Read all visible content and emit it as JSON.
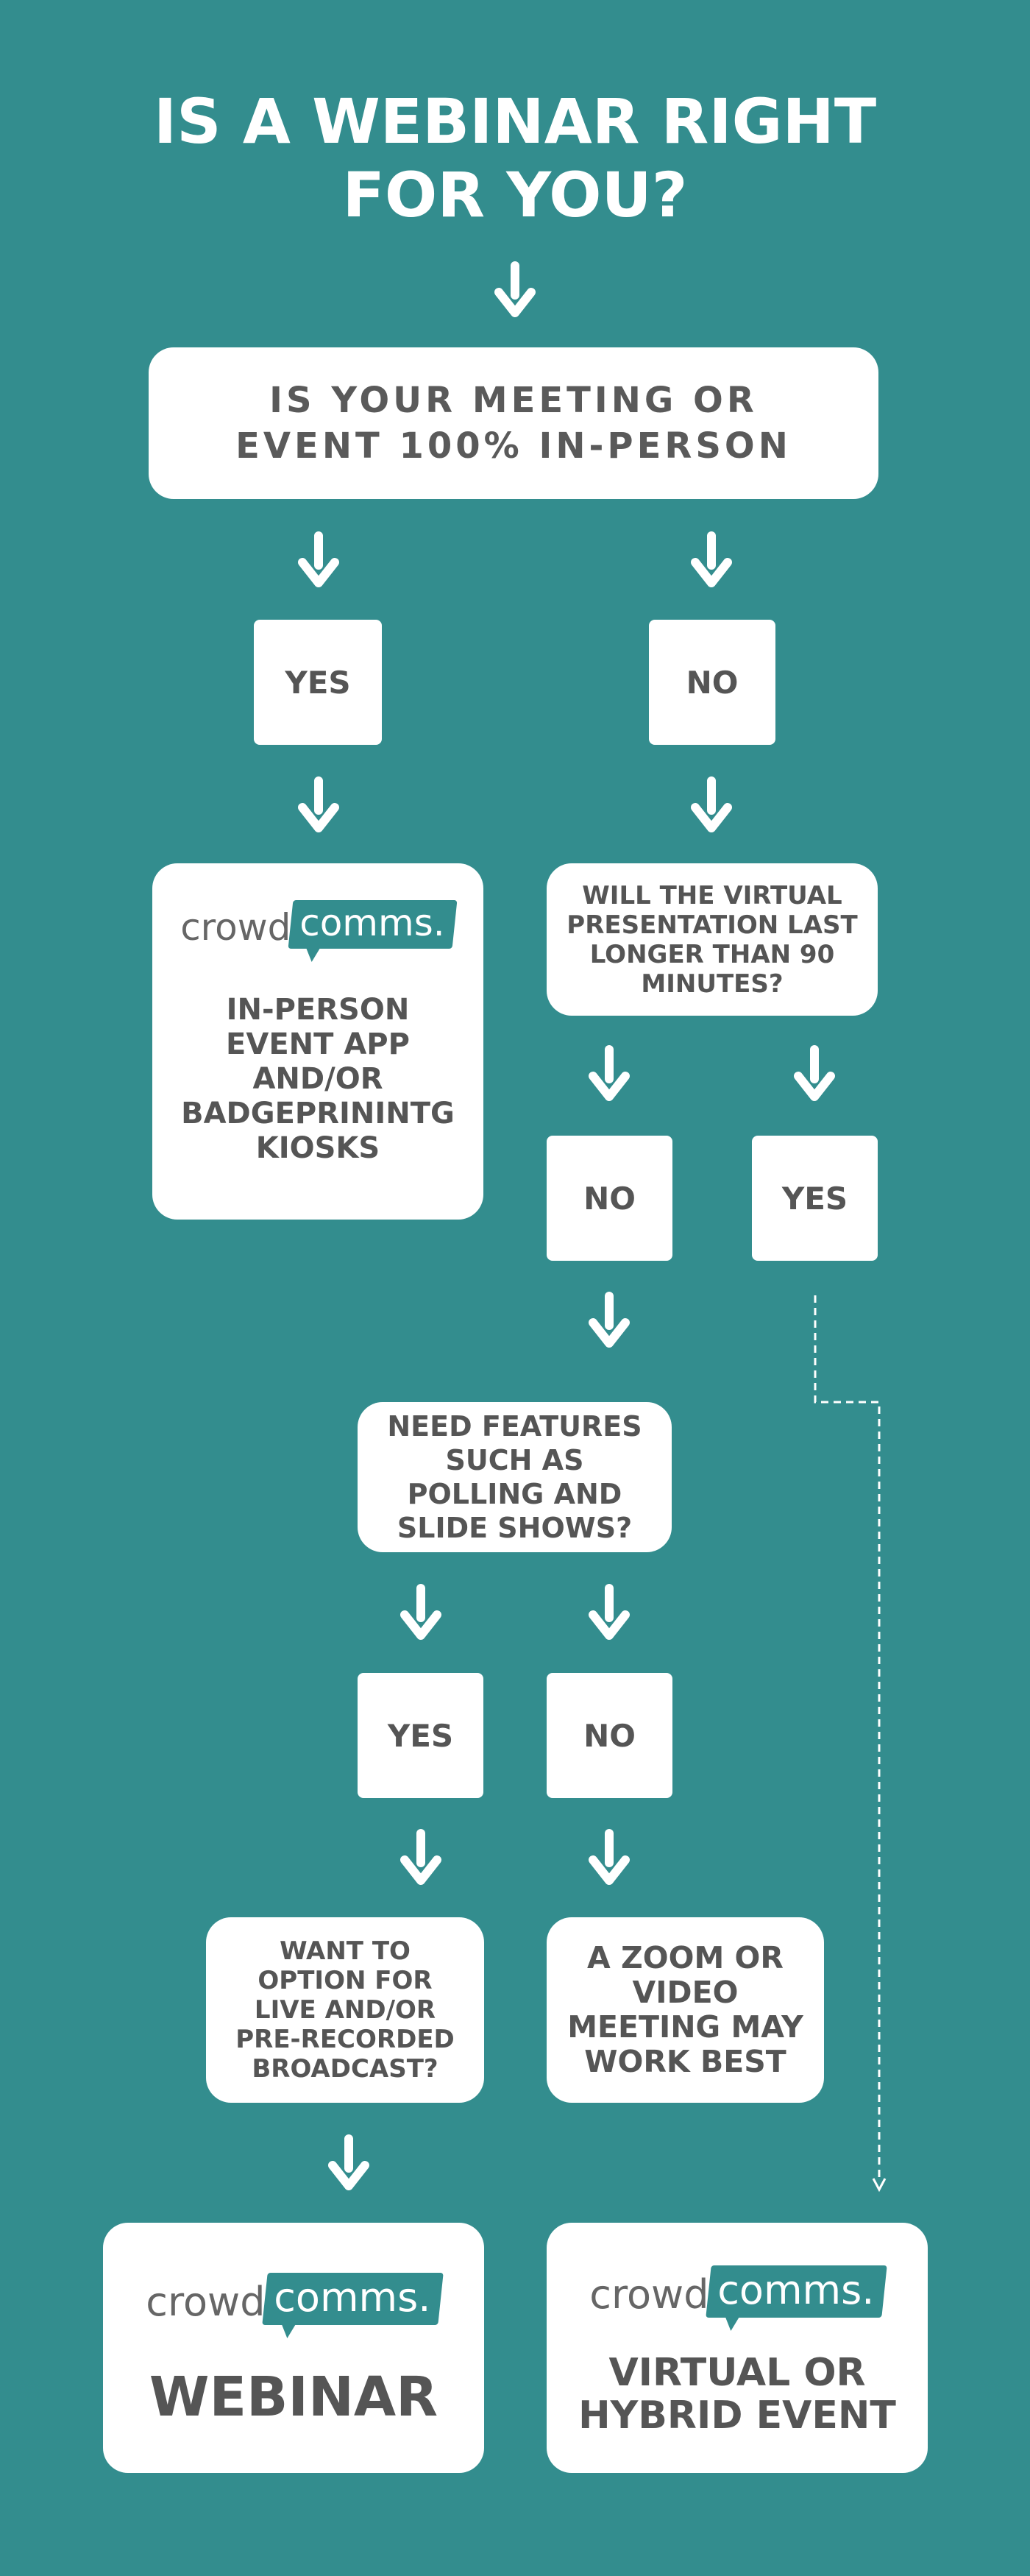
{
  "title": "IS A WEBINAR RIGHT\nFOR YOU?",
  "colors": {
    "background": "#338d8e",
    "box": "#ffffff",
    "text": "#555555",
    "logo_accent": "#338d8e"
  },
  "logo": {
    "word_left": "crowd",
    "word_right": "comms."
  },
  "question1": "IS YOUR MEETING OR\nEVENT 100% IN-PERSON",
  "answers1": {
    "yes": "YES",
    "no": "NO"
  },
  "inperson_result": "IN-PERSON\nEVENT APP\nAND/OR\nBADGEPRININTG\nKIOSKS",
  "question2": "WILL THE VIRTUAL\nPRESENTATION LAST\nLONGER THAN 90\nMINUTES?",
  "answers2": {
    "no": "NO",
    "yes": "YES"
  },
  "question3": "NEED FEATURES\nSUCH AS\nPOLLING AND\nSLIDE SHOWS?",
  "answers3": {
    "yes": "YES",
    "no": "NO"
  },
  "question4": "WANT TO\nOPTION FOR\nLIVE AND/OR\nPRE-RECORDED\nBROADCAST?",
  "zoom_result": "A ZOOM OR\nVIDEO\nMEETING MAY\nWORK BEST",
  "webinar_result": "WEBINAR",
  "virtual_result": "VIRTUAL OR\nHYBRID EVENT",
  "icons": {
    "arrow": "arrow-down-icon",
    "dashed": "dashed-connector"
  }
}
